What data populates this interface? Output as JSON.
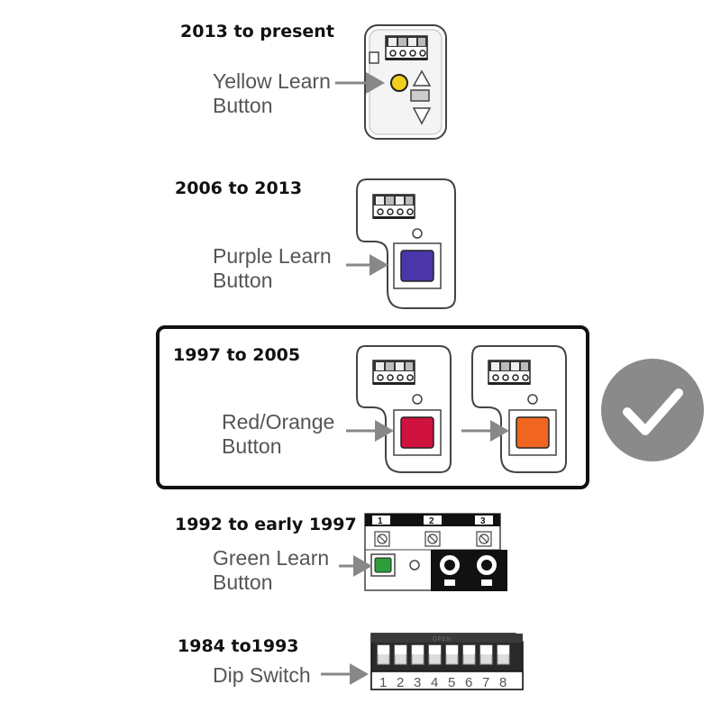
{
  "sections": [
    {
      "era": "2013 to present",
      "label_line1": "Yellow Learn",
      "label_line2": "Button",
      "button_color": "#f2cf1a"
    },
    {
      "era": "2006 to 2013",
      "label_line1": "Purple Learn",
      "label_line2": "Button",
      "button_color": "#4a36a8"
    },
    {
      "era": "1997 to 2005",
      "label_line1": "Red/Orange",
      "label_line2": "Button",
      "button_color": "#d0123e",
      "button_color_alt": "#f06620",
      "highlighted": true
    },
    {
      "era": "1992 to early 1997",
      "label_line1": "Green Learn",
      "label_line2": "Button",
      "button_color": "#2e9e3a",
      "header_numbers": [
        "1",
        "2",
        "3"
      ]
    },
    {
      "era": "1984 to1993",
      "label_line1": "Dip Switch",
      "label_line2": "",
      "switch_numbers": [
        "1",
        "2",
        "3",
        "4",
        "5",
        "6",
        "7",
        "8"
      ],
      "switch_header": "OPEN"
    }
  ],
  "check_icon": {
    "name": "checkmark-icon",
    "color": "#8a8a8a"
  },
  "arrow_color": "#888888"
}
